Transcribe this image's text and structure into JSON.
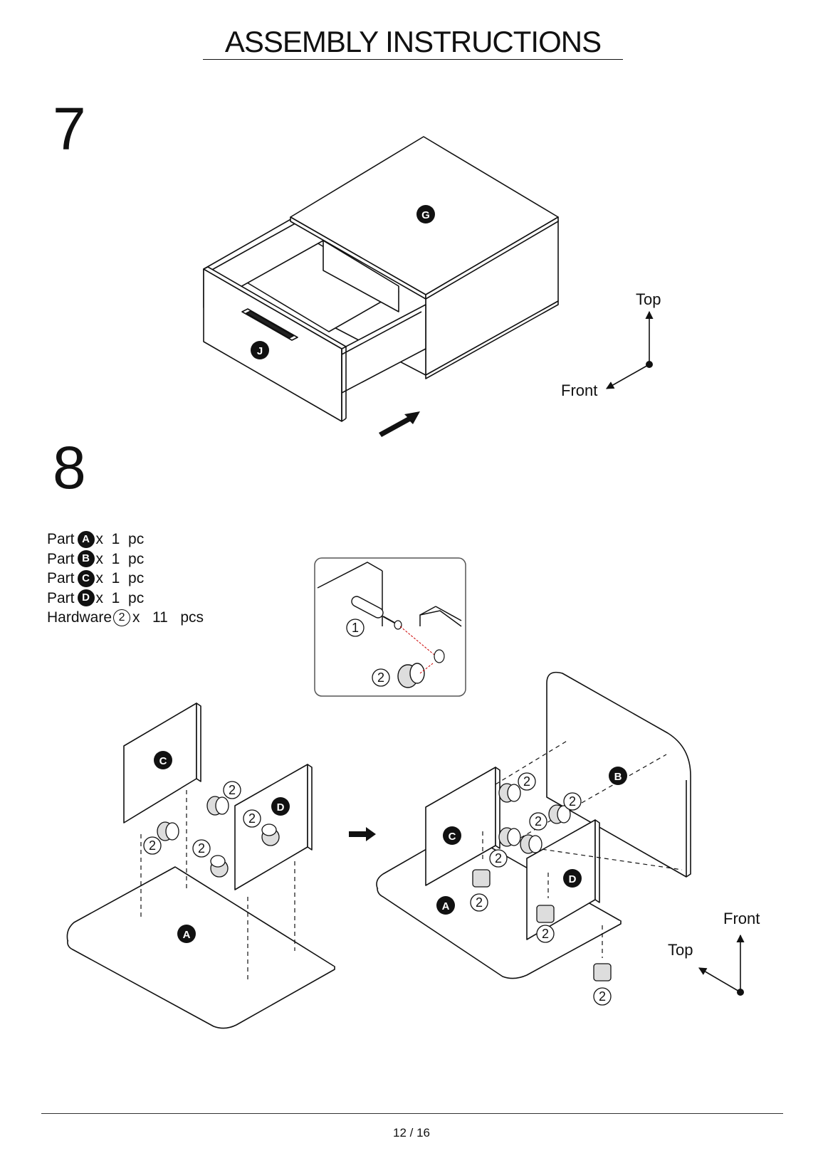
{
  "header": {
    "title": "ASSEMBLY INSTRUCTIONS"
  },
  "step7": {
    "number": "7",
    "labels": {
      "g": "G",
      "j": "J"
    },
    "axis": {
      "top": "Top",
      "front": "Front"
    }
  },
  "step8": {
    "number": "8",
    "parts": [
      {
        "word": "Part",
        "id": "A",
        "qty": "x  1  pc"
      },
      {
        "word": "Part",
        "id": "B",
        "qty": "x  1  pc"
      },
      {
        "word": "Part",
        "id": "C",
        "qty": "x  1  pc"
      },
      {
        "word": "Part",
        "id": "D",
        "qty": "x  1  pc"
      }
    ],
    "hardware": {
      "word": "Hardware",
      "id": "2",
      "qty": "x   11   pcs"
    },
    "inset": {
      "tool_num": "1",
      "hw_num": "2"
    },
    "labels": {
      "a": "A",
      "b": "B",
      "c": "C",
      "d": "D",
      "hw": "2"
    },
    "axis": {
      "top": "Top",
      "front": "Front"
    }
  },
  "footer": {
    "page": "12 / 16"
  }
}
